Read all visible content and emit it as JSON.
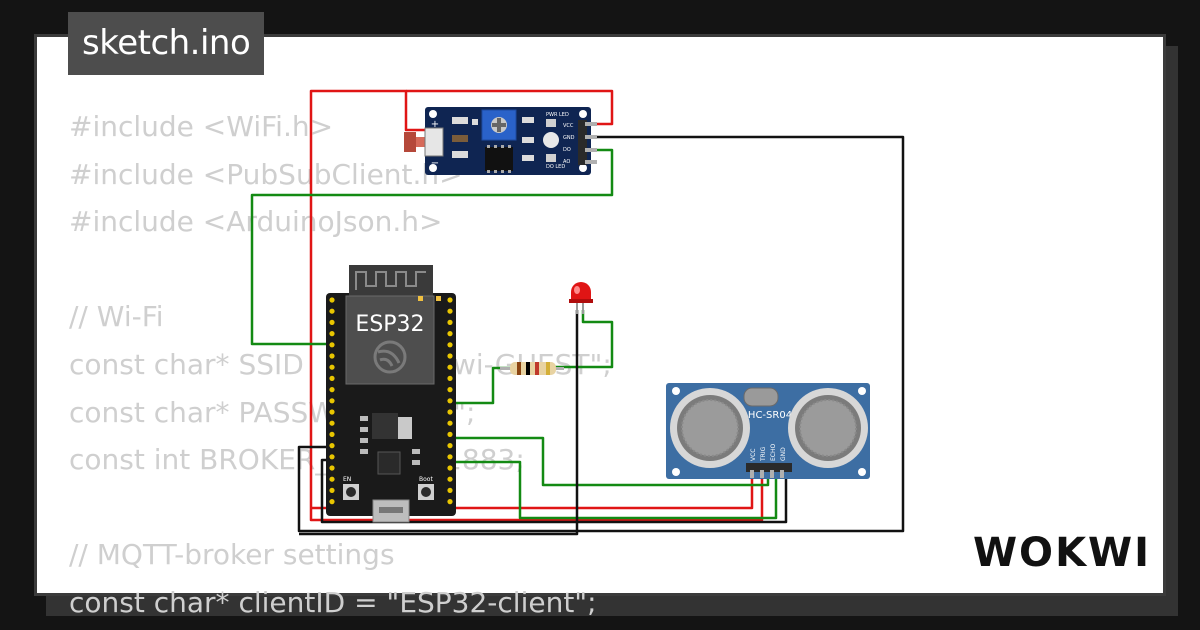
{
  "window": {
    "title": "sketch.ino"
  },
  "code": {
    "lines": [
      "#include <WiFi.h>",
      "#include <PubSubClient.h>",
      "#include <ArduinoJson.h>",
      "",
      "// Wi-Fi",
      "const char* SSID     = \"Wokwi-GUEST\";",
      "const char* PASSWORD = \"\";",
      "const int BROKER_PORT = 1883;",
      "",
      "// MQTT-broker settings",
      "const char* clientID = \"ESP32-client\";"
    ]
  },
  "components": {
    "esp32": {
      "label": "ESP32",
      "boot_label": "Boot",
      "en_label": "EN"
    },
    "sensor_module": {
      "pins": [
        "VCC",
        "GND",
        "DO",
        "AO"
      ],
      "led_labels": [
        "PWR LED",
        "DO LED"
      ],
      "plus": "+",
      "minus": "−"
    },
    "ultrasonic": {
      "label": "HC-SR04",
      "pins": [
        "VCC",
        "TRIG",
        "ECHO",
        "GND"
      ]
    },
    "led": {
      "color": "#e01515"
    },
    "resistor": {
      "bands": [
        "#8b4513",
        "#000000",
        "#c0392b",
        "#d4af37"
      ]
    }
  },
  "wires": {
    "colors": {
      "power": "#e01515",
      "ground": "#111111",
      "signal": "#138a13"
    }
  },
  "brand": {
    "name": "WOKWI"
  }
}
